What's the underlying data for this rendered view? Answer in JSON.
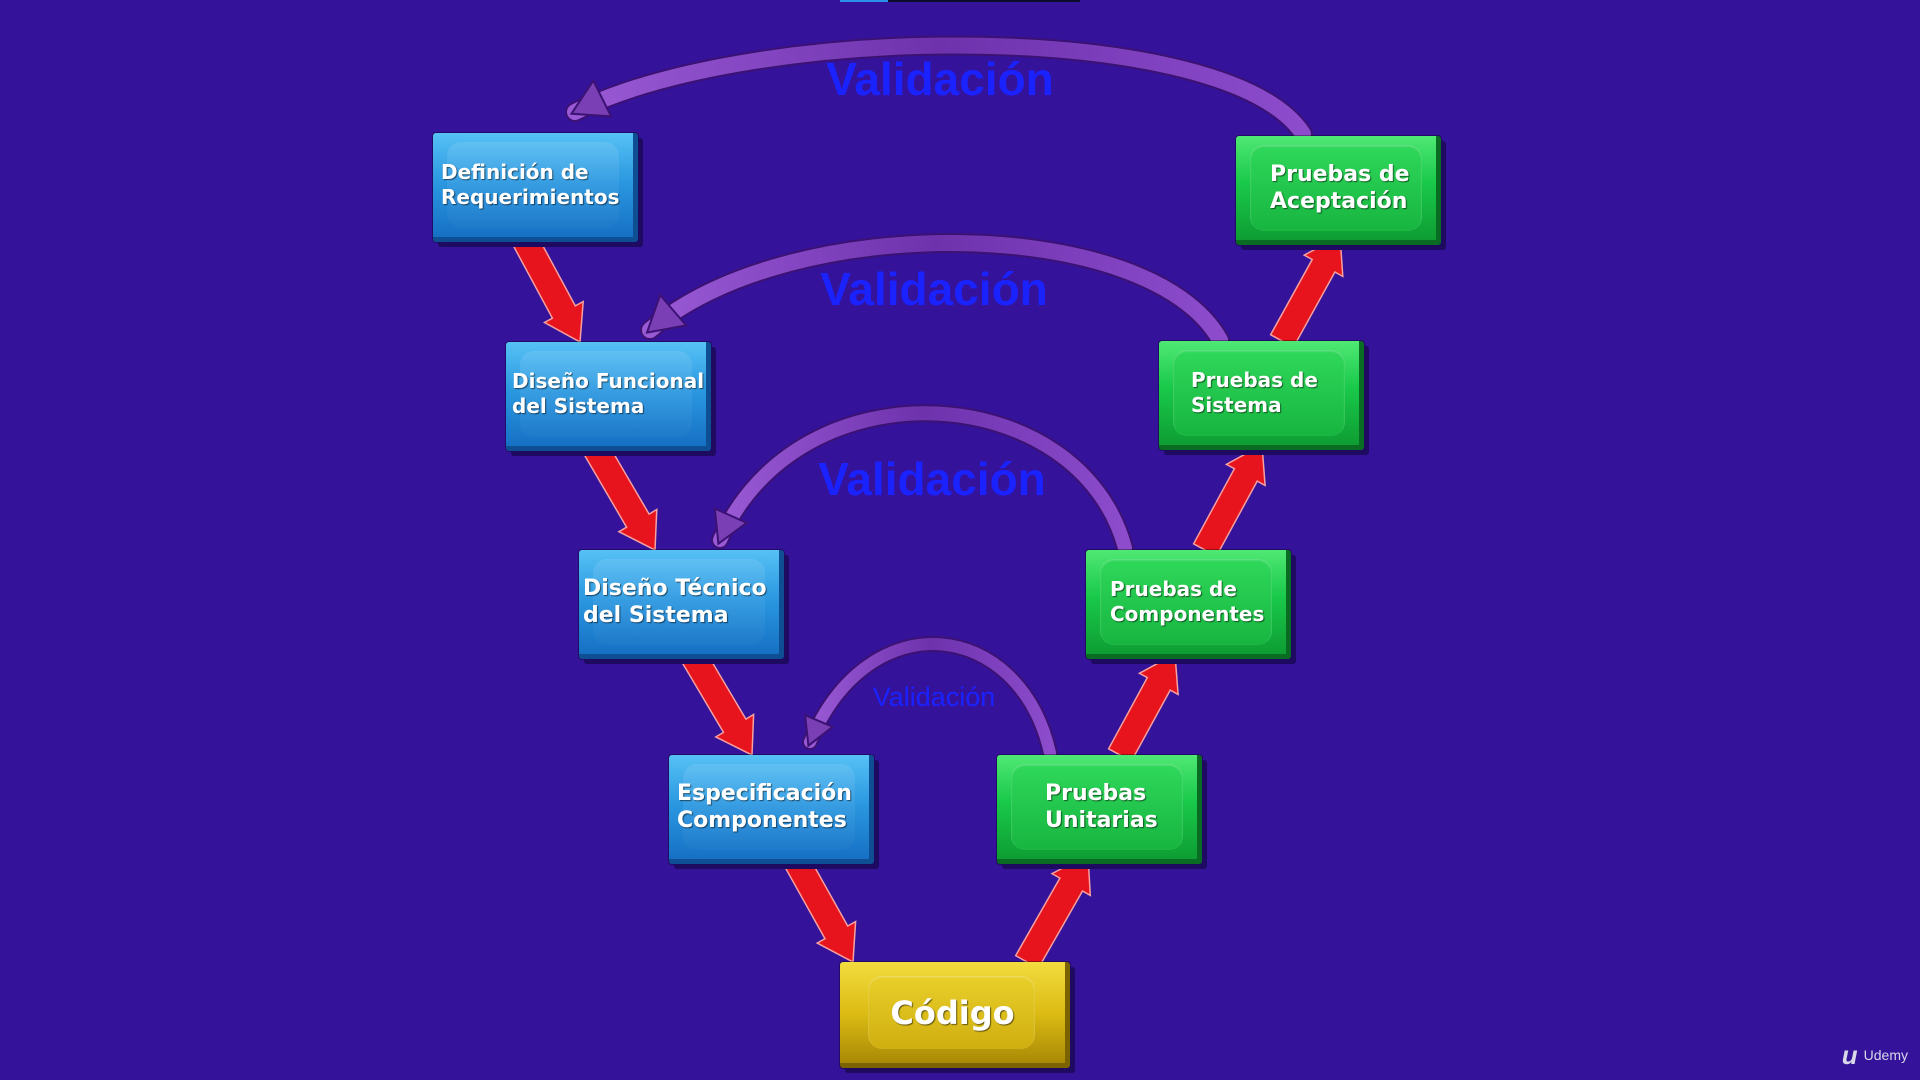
{
  "colors": {
    "background": "#35129a",
    "down_arrow": "#e8141d",
    "up_arrow": "#e8141d",
    "validation_arrow": "#7b3fb5",
    "validation_text": "#1a22ff",
    "design_boxes": "#2a97e0",
    "test_boxes": "#19c94a",
    "code_box": "#dcbc14"
  },
  "design_phases": [
    {
      "label": "Definición de\nRequerimientos"
    },
    {
      "label": "Diseño Funcional\ndel Sistema"
    },
    {
      "label": "Diseño Técnico\ndel Sistema"
    },
    {
      "label": "Especificación\nComponentes"
    }
  ],
  "test_phases": [
    {
      "label": "Pruebas de\nAceptación"
    },
    {
      "label": "Pruebas de\nSistema"
    },
    {
      "label": "Pruebas de\nComponentes"
    },
    {
      "label": "Pruebas\nUnitarias"
    }
  ],
  "code_phase": {
    "label": "Código"
  },
  "validations": [
    "Validación",
    "Validación",
    "Validación",
    "Validación"
  ],
  "branding": {
    "icon": "udemy-logo-icon",
    "logo_glyph": "u",
    "name": "Udemy"
  }
}
